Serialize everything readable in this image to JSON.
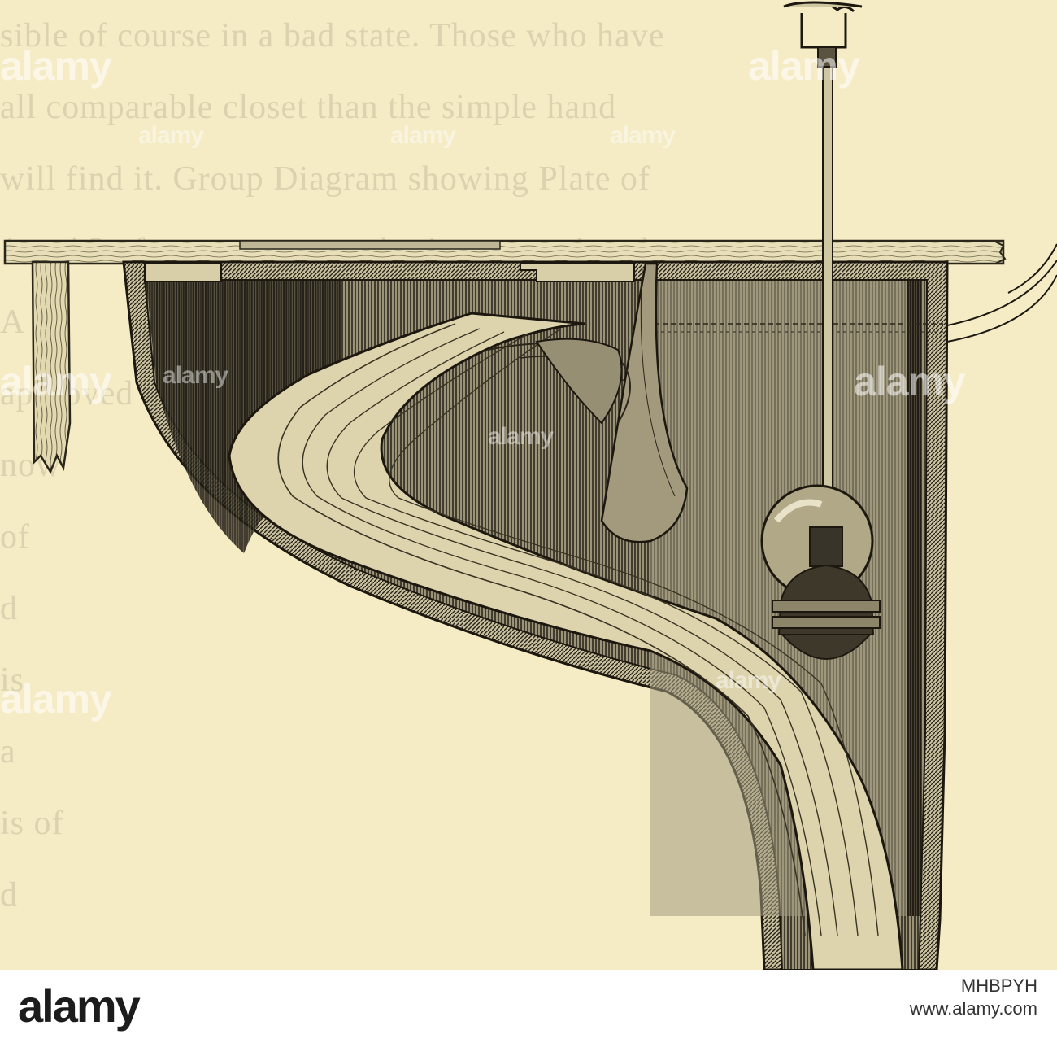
{
  "watermark": {
    "brand": "alamy"
  },
  "footer": {
    "brand": "alamy",
    "image_id": "MHBPYH",
    "site": "www.alamy.com"
  },
  "bleed_text": [
    "sible of course in a bad state. Those who have",
    "all comparable closet than the simple hand",
    "will find it. Group Diagram showing Plate of",
    "1 and 2 of more recent authority approving these",
    "",
    "A",
    "approved",
    "now",
    "of",
    "d",
    "is",
    "a",
    "is of",
    "d",
    ""
  ]
}
